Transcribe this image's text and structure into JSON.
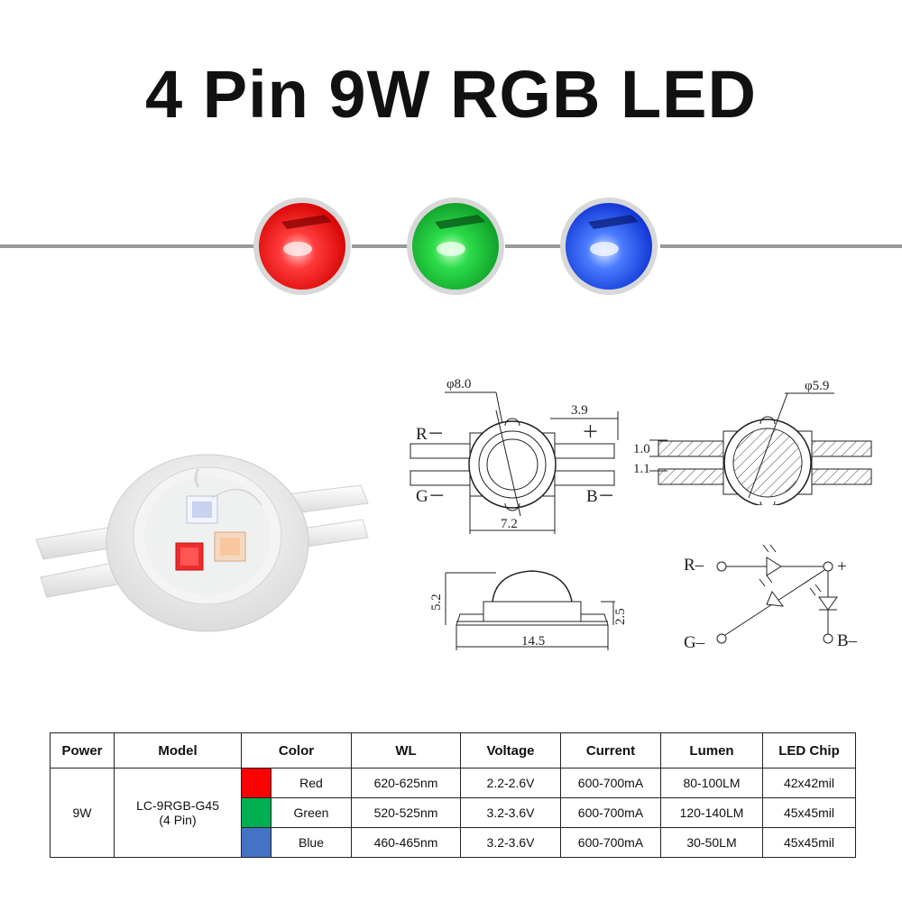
{
  "title": "4 Pin 9W RGB LED",
  "colors": {
    "red": "#ff1a1a",
    "green": "#22c43c",
    "blue": "#2c5ce8",
    "swatch_red": "#ff0000",
    "swatch_green": "#00b050",
    "swatch_blue": "#4472c4"
  },
  "drawing_labels": {
    "lens_diameter_top": "φ8.0",
    "pin_offset": "3.9",
    "body_width": "7.2",
    "lens_diameter_side": "φ5.9",
    "thickness_top": "1.0",
    "thickness_bottom": "1.1",
    "height_total": "5.2",
    "height_base": "2.5",
    "length_total": "14.5",
    "pin_r": "R－",
    "pin_plus": "＋",
    "pin_g": "G－",
    "pin_b": "B－",
    "sch_r": "R–",
    "sch_plus": "+",
    "sch_g": "G–",
    "sch_b": "B–"
  },
  "table": {
    "headers": [
      "Power",
      "Model",
      "Color",
      "WL",
      "Voltage",
      "Current",
      "Lumen",
      "LED Chip"
    ],
    "power": "9W",
    "model_line1": "LC-9RGB-G45",
    "model_line2": "(4 Pin)",
    "rows": [
      {
        "color": "Red",
        "wl": "620-625nm",
        "voltage": "2.2-2.6V",
        "current": "600-700mA",
        "lumen": "80-100LM",
        "chip": "42x42mil"
      },
      {
        "color": "Green",
        "wl": "520-525nm",
        "voltage": "3.2-3.6V",
        "current": "600-700mA",
        "lumen": "120-140LM",
        "chip": "45x45mil"
      },
      {
        "color": "Blue",
        "wl": "460-465nm",
        "voltage": "3.2-3.6V",
        "current": "600-700mA",
        "lumen": "30-50LM",
        "chip": "45x45mil"
      }
    ]
  }
}
